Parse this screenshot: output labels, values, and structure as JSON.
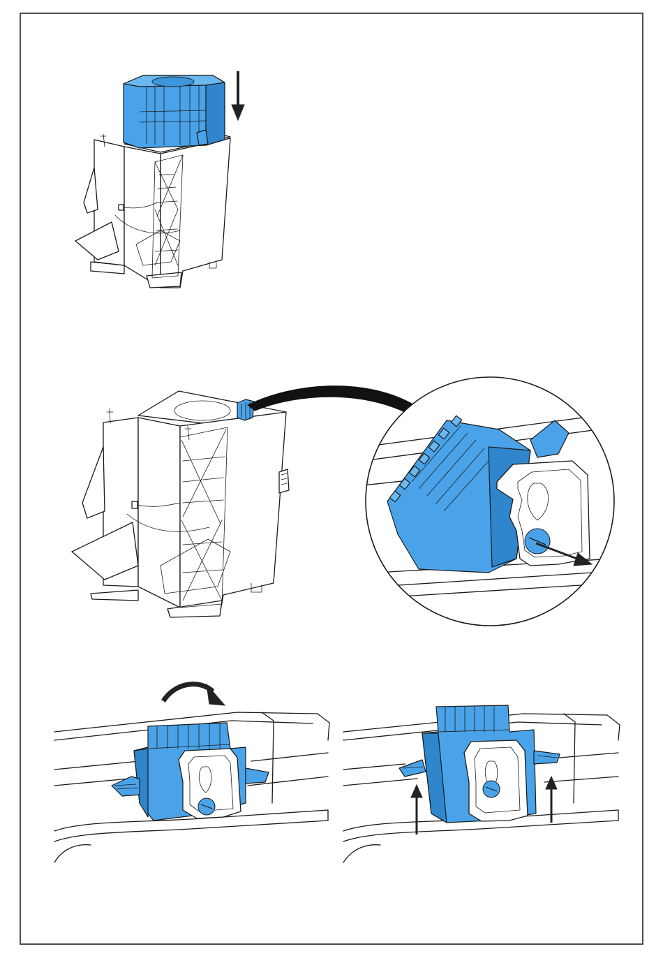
{
  "figure": {
    "panels": [
      {
        "id": "step-1",
        "action": "insert-module-downward"
      },
      {
        "id": "step-2",
        "action": "loosen-screw-detail"
      },
      {
        "id": "step-3a",
        "action": "rotate-connector"
      },
      {
        "id": "step-3b",
        "action": "push-tabs-up"
      }
    ]
  },
  "colors": {
    "part_highlight": "#4aa3e8",
    "part_shadow": "#2f86cc",
    "line": "#1a1a1a",
    "arrow": "#222222",
    "border": "#222222"
  },
  "icons": {
    "down_arrow": "arrow-down-icon",
    "rotate_arrow": "rotate-arrow-icon",
    "screw_arrow": "diagonal-arrow-icon",
    "up_arrows": "arrow-up-icon"
  }
}
